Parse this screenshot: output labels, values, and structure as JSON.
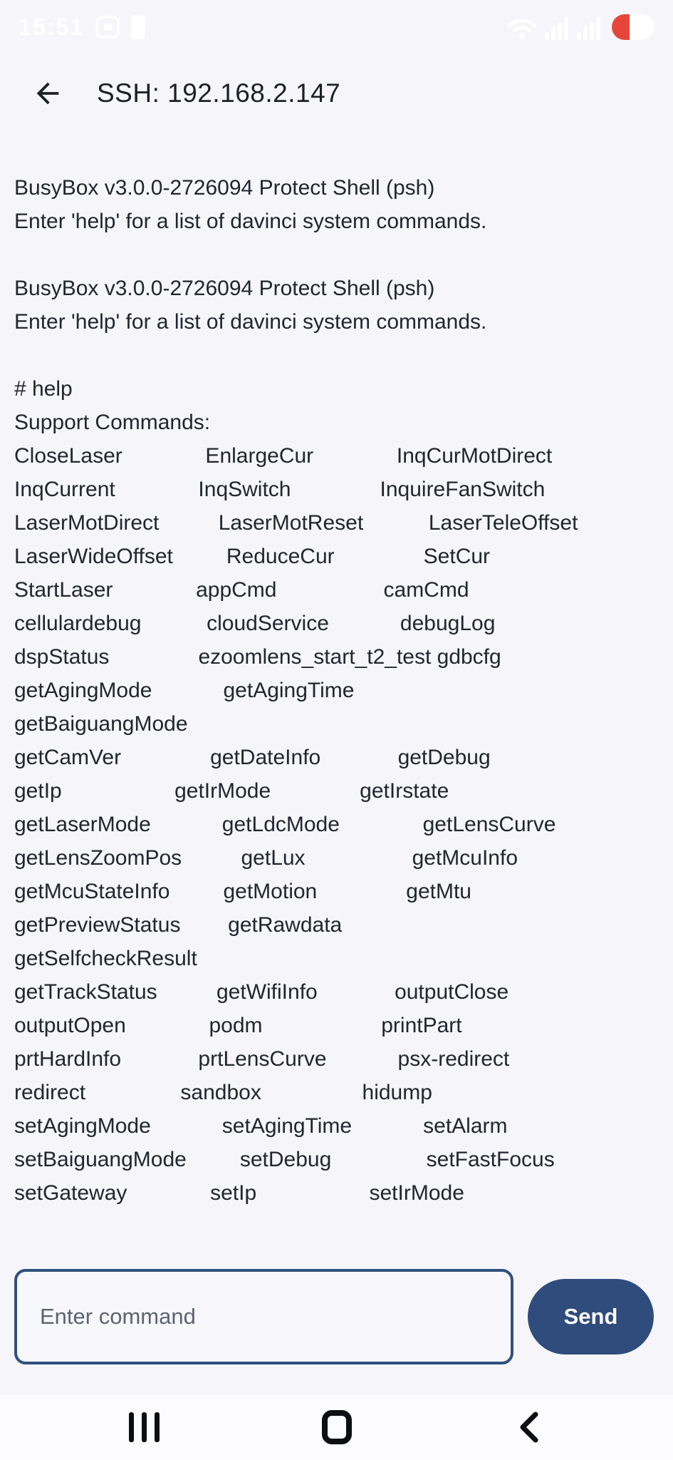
{
  "colors": {
    "accent_navy": "#2f4c7c",
    "background": "#f5f5fa",
    "battery_low_red": "#e8453a",
    "terminal_text": "#22262d"
  },
  "status_bar": {
    "time": "15:51",
    "left_icons": [
      "screen-capture-icon",
      "phone-icon"
    ],
    "right_icons": [
      "wifi-icon",
      "signal-bars",
      "signal-bars",
      "battery-low"
    ]
  },
  "header": {
    "title": "SSH: 192.168.2.147",
    "back_icon": "arrow-left"
  },
  "terminal": {
    "lines": [
      "BusyBox v3.0.0-2726094 Protect Shell (psh)",
      "Enter 'help' for a list of davinci system commands.",
      "",
      "BusyBox v3.0.0-2726094 Protect Shell (psh)",
      "Enter 'help' for a list of davinci system commands.",
      "",
      "# help",
      "Support Commands:",
      "CloseLaser              EnlargeCur              InqCurMotDirect",
      "InqCurrent              InqSwitch               InquireFanSwitch",
      "LaserMotDirect          LaserMotReset           LaserTeleOffset",
      "LaserWideOffset         ReduceCur               SetCur",
      "StartLaser              appCmd                  camCmd",
      "cellulardebug           cloudService            debugLog",
      "dspStatus               ezoomlens_start_t2_test gdbcfg",
      "getAgingMode            getAgingTime",
      "getBaiguangMode",
      "getCamVer               getDateInfo             getDebug",
      "getIp                   getIrMode               getIrstate",
      "getLaserMode            getLdcMode              getLensCurve",
      "getLensZoomPos          getLux                  getMcuInfo",
      "getMcuStateInfo         getMotion               getMtu",
      "getPreviewStatus        getRawdata",
      "getSelfcheckResult",
      "getTrackStatus          getWifiInfo             outputClose",
      "outputOpen              podm                    printPart",
      "prtHardInfo             prtLensCurve            psx-redirect",
      "redirect                sandbox                 hidump",
      "setAgingMode            setAgingTime            setAlarm",
      "setBaiguangMode         setDebug                setFastFocus",
      "setGateway              setIp                   setIrMode"
    ]
  },
  "command_bar": {
    "input_placeholder": "Enter command",
    "input_value": "",
    "send_label": "Send"
  },
  "nav_bar": {
    "icons": [
      "recents",
      "home",
      "back"
    ]
  }
}
